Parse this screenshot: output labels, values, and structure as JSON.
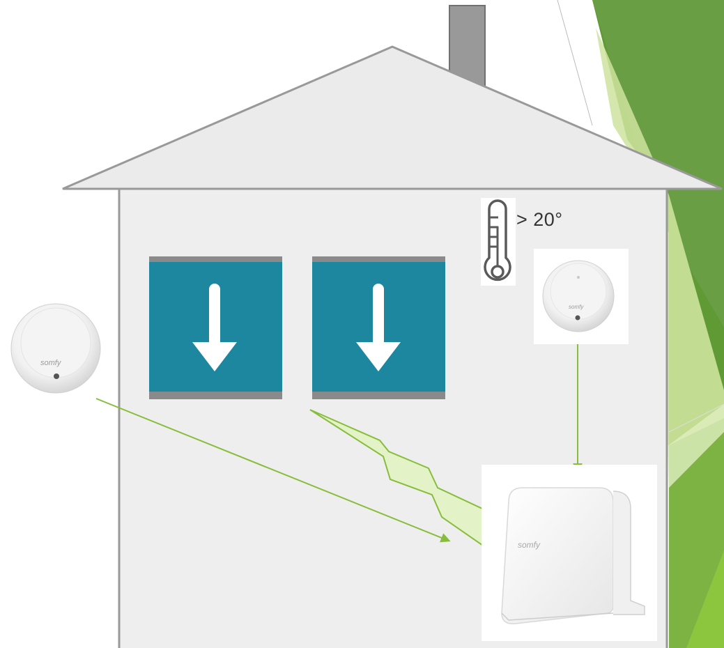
{
  "temperature": {
    "label": "> 20°",
    "icon": "thermometer-icon"
  },
  "devices": {
    "brand_left": "somfy",
    "brand_sensor": "somfy",
    "brand_box": "somfy"
  },
  "colors": {
    "house_fill": "#eeeeee",
    "house_stroke": "#999999",
    "window_blue": "#1e87a0",
    "arrow_white": "#ffffff",
    "link_green": "#86bd3a",
    "deco_green_dark": "#5f9a34",
    "deco_green_light": "#cfe39f"
  },
  "windows": [
    {
      "name": "left-window",
      "state_icon": "arrow-down-icon"
    },
    {
      "name": "right-window",
      "state_icon": "arrow-down-icon"
    }
  ]
}
